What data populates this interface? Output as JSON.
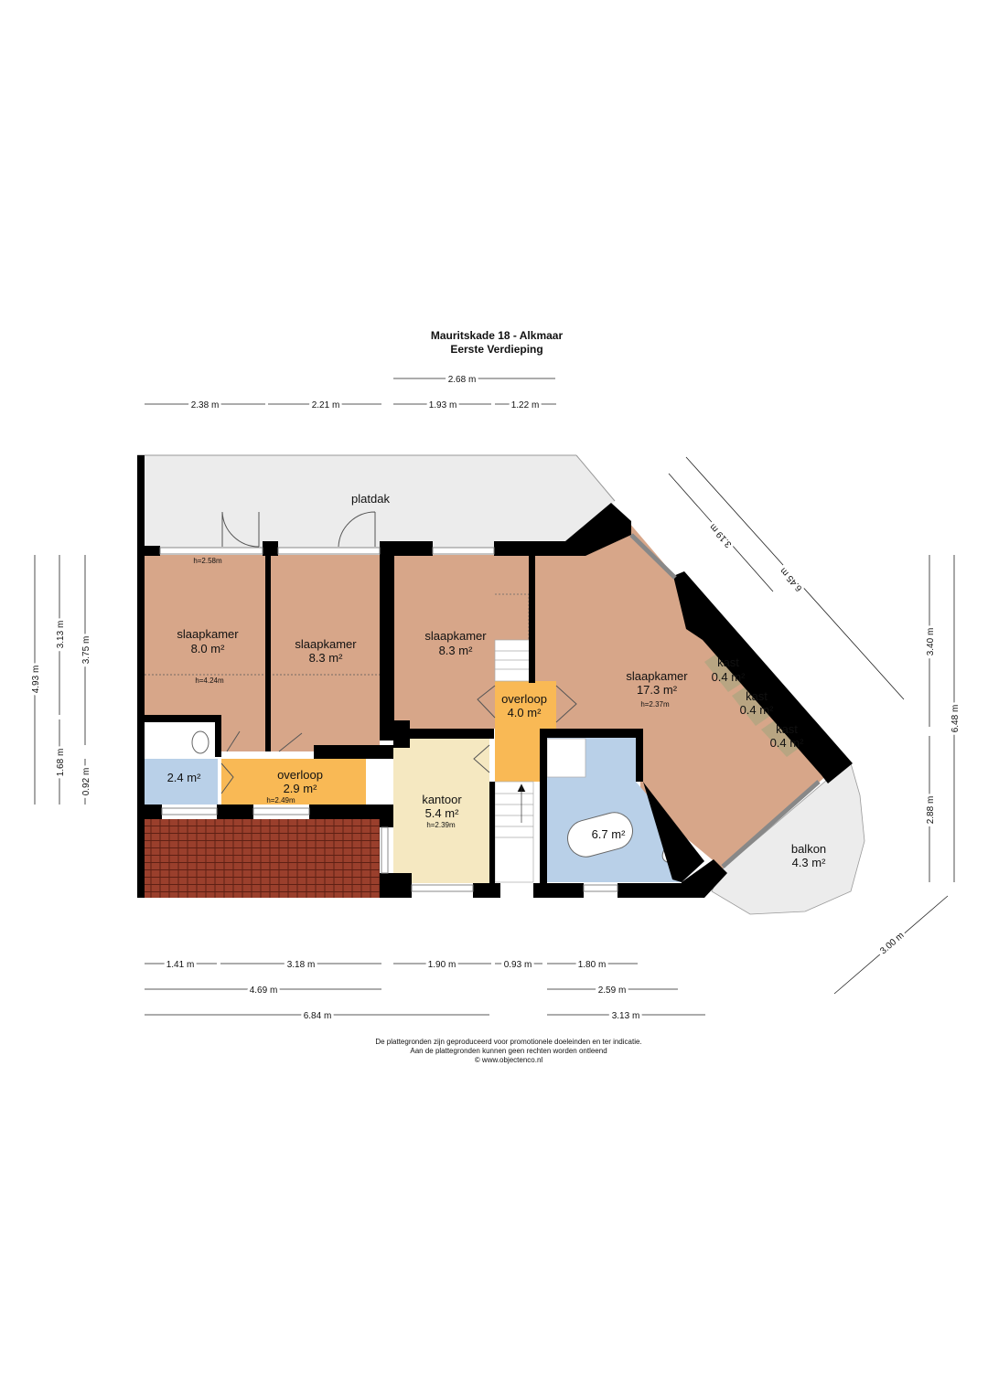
{
  "title": {
    "line1": "Mauritskade 18 - Alkmaar",
    "line2": "Eerste Verdieping"
  },
  "rooms": {
    "platdak": "platdak",
    "bed1": {
      "name": "slaapkamer",
      "area": "8.0 m²",
      "height1": "h=2.58m",
      "height2": "h=4.24m"
    },
    "bed2": {
      "name": "slaapkamer",
      "area": "8.3 m²"
    },
    "bed3": {
      "name": "slaapkamer",
      "area": "8.3 m²"
    },
    "bed4": {
      "name": "slaapkamer",
      "area": "17.3 m²",
      "height": "h=2.37m"
    },
    "toilet": {
      "area": "2.4 m²"
    },
    "landing1": {
      "name": "overloop",
      "area": "2.9 m²",
      "height": "h=2.49m"
    },
    "landing2": {
      "name": "overloop",
      "area": "4.0 m²"
    },
    "office": {
      "name": "kantoor",
      "area": "5.4 m²",
      "height": "h=2.39m"
    },
    "bathroom": {
      "area": "6.7 m²"
    },
    "closets": [
      {
        "name": "kast",
        "area": "0.4 m²"
      },
      {
        "name": "kast",
        "area": "0.4 m²"
      },
      {
        "name": "kast",
        "area": "0.4 m²"
      }
    ],
    "balcony": {
      "name": "balkon",
      "area": "4.3 m²"
    }
  },
  "dimensions": {
    "top": [
      "2.68 m",
      "2.38 m",
      "2.21 m",
      "1.93 m",
      "1.22 m"
    ],
    "left": [
      "4.93 m",
      "3.13 m",
      "3.75 m",
      "1.68 m",
      "0.92 m"
    ],
    "right": [
      "3.40 m",
      "6.48 m",
      "2.88 m"
    ],
    "diagonal": [
      "3.19 m",
      "6.45 m",
      "3.00 m"
    ],
    "bottom_row1": [
      "1.41 m",
      "3.18 m",
      "1.90 m",
      "0.93 m",
      "1.80 m"
    ],
    "bottom_row2": [
      "4.69 m",
      "2.59 m"
    ],
    "bottom_row3": [
      "6.84 m",
      "3.13 m"
    ]
  },
  "footer": {
    "line1": "De plattegronden zijn geproduceerd voor promotionele doeleinden en ter indicatie.",
    "line2": "Aan de plattegronden kunnen geen rechten worden ontleend",
    "line3": "© www.objectenco.nl"
  },
  "colors": {
    "bedroom": "#d7a689",
    "landing": "#f9b955",
    "office": "#f5e8c1",
    "wet": "#b9d0e8",
    "roof": "#ececec",
    "closet": "#b8a582",
    "tiles": "#9a3f2c"
  }
}
